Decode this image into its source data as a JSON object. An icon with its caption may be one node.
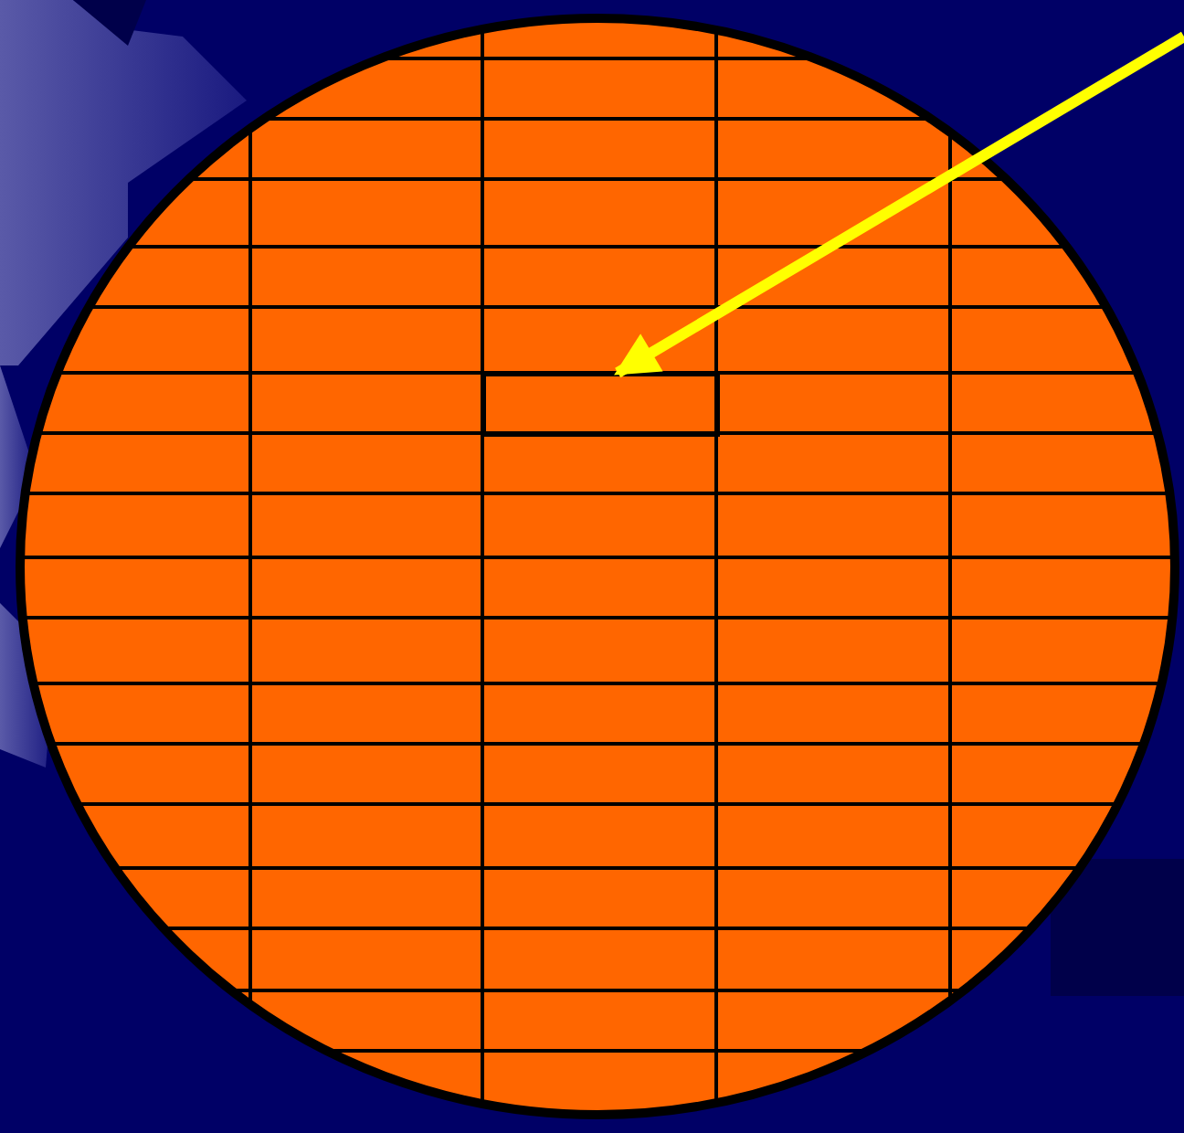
{
  "diagram": {
    "nodes": [
      {
        "text": [],
        "shape": "circle"
      },
      {
        "text": [],
        "shape": "box",
        "in": 0
      }
    ],
    "edges": [
      {
        "from": null,
        "to": 1,
        "arrow": "to",
        "color": "#ffff00"
      }
    ]
  }
}
